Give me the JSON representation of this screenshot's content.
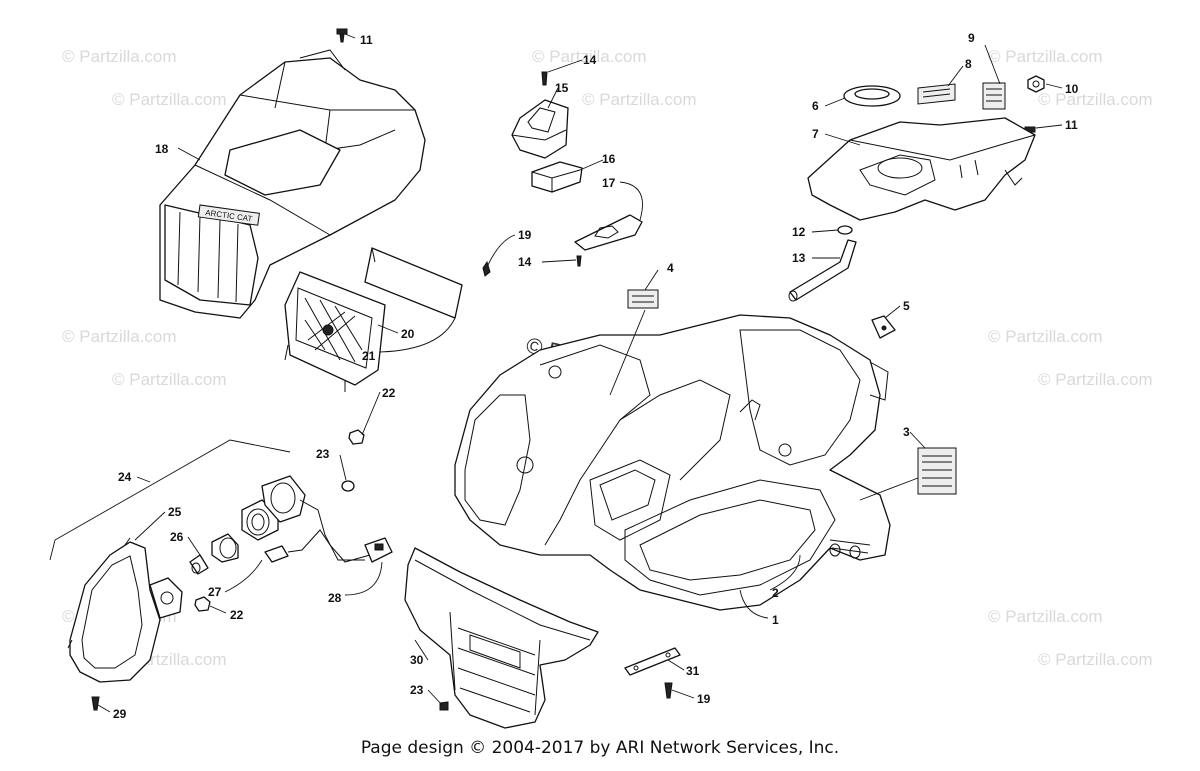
{
  "watermarks": {
    "small": "© Partzilla.com",
    "center": "© Partzilla.com"
  },
  "callouts": {
    "c1": "1",
    "c2": "2",
    "c3": "3",
    "c4": "4",
    "c5": "5",
    "c6": "6",
    "c7": "7",
    "c8": "8",
    "c9": "9",
    "c10": "10",
    "c11a": "11",
    "c11b": "11",
    "c12": "12",
    "c13": "13",
    "c14a": "14",
    "c14b": "14",
    "c15": "15",
    "c16": "16",
    "c17": "17",
    "c18": "18",
    "c19a": "19",
    "c19b": "19",
    "c20": "20",
    "c21": "21",
    "c22a": "22",
    "c22b": "22",
    "c23a": "23",
    "c23b": "23",
    "c24": "24",
    "c25": "25",
    "c26": "26",
    "c27": "27",
    "c28": "28",
    "c29": "29",
    "c30": "30",
    "c31": "31"
  },
  "hood_badge": "ARCTIC CAT",
  "footer": "Page design © 2004-2017 by ARI Network Services, Inc."
}
